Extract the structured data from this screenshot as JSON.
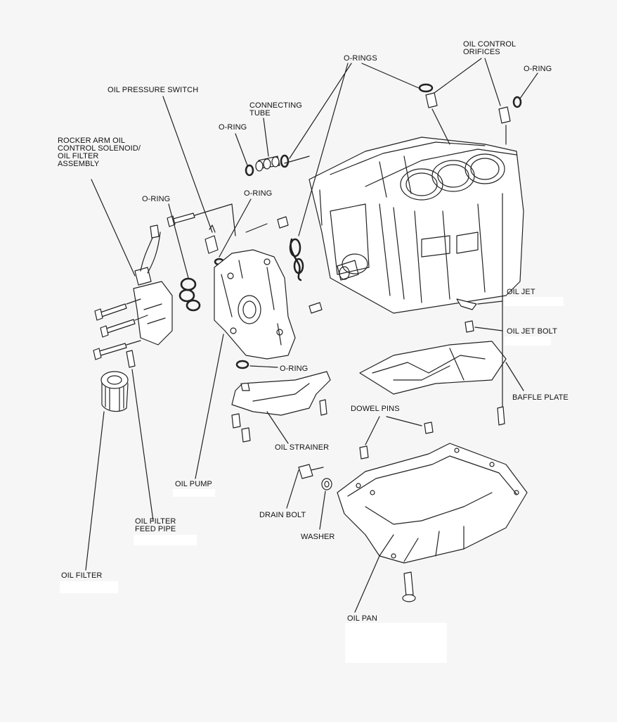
{
  "labels": {
    "o_rings": "O-RINGS",
    "oil_control_orifices": "OIL CONTROL\nORIFICES",
    "o_ring_top_right": "O-RING",
    "oil_pressure_switch": "OIL PRESSURE SWITCH",
    "connecting_tube": "CONNECTING\nTUBE",
    "o_ring_tube_left": "O-RING",
    "rocker_arm_assembly": "ROCKER ARM OIL\nCONTROL SOLENOID/\nOIL FILTER\nASSEMBLY",
    "o_ring_pump_top": "O-RING",
    "o_ring_left": "O-RING",
    "oil_jet": "OIL JET",
    "oil_jet_bolt": "OIL JET BOLT",
    "o_ring_strainer": "O-RING",
    "baffle_plate": "BAFFLE PLATE",
    "dowel_pins": "DOWEL PINS",
    "oil_strainer": "OIL STRAINER",
    "oil_pump": "OIL PUMP",
    "drain_bolt": "DRAIN BOLT",
    "oil_filter_feed_pipe": "OIL FILTER\nFEED PIPE",
    "washer": "WASHER",
    "oil_filter": "OIL FILTER",
    "oil_pan": "OIL PAN"
  }
}
